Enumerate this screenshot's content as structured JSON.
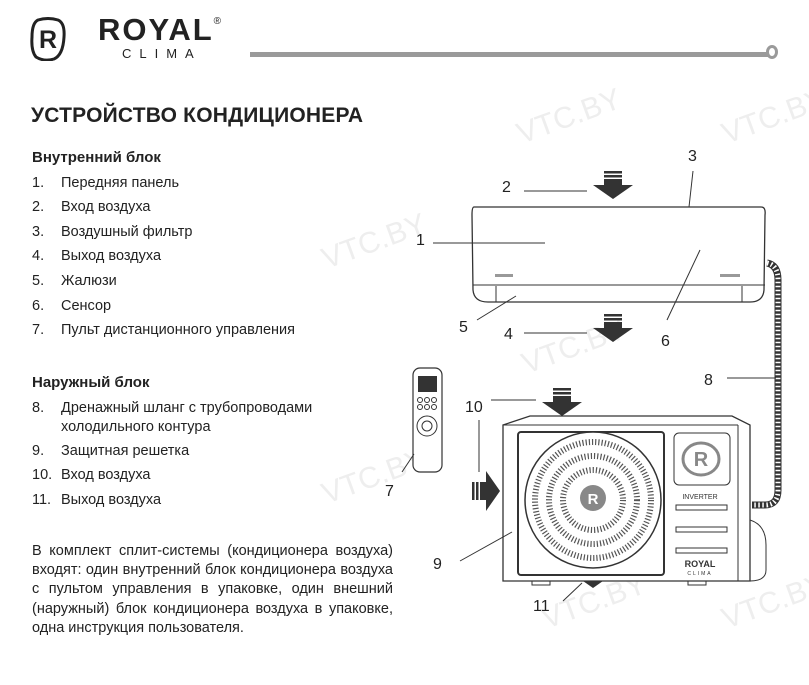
{
  "header": {
    "brand": "ROYAL",
    "brand_mark": "®",
    "sub": "CLIMA"
  },
  "watermark": "VTC.BY",
  "title": "УСТРОЙСТВО КОНДИЦИОНЕРА",
  "indoor": {
    "heading": "Внутренний блок",
    "items": [
      {
        "n": "1.",
        "t": "Передняя панель"
      },
      {
        "n": "2.",
        "t": "Вход воздуха"
      },
      {
        "n": "3.",
        "t": "Воздушный фильтр"
      },
      {
        "n": "4.",
        "t": "Выход воздуха"
      },
      {
        "n": "5.",
        "t": "Жалюзи"
      },
      {
        "n": "6.",
        "t": "Сенсор"
      },
      {
        "n": "7.",
        "t": "Пульт дистанционного управления"
      }
    ]
  },
  "outdoor": {
    "heading": "Наружный блок",
    "items": [
      {
        "n": "8.",
        "t": "Дренажный шланг с трубопроводами",
        "t2": "холодильного контура"
      },
      {
        "n": "9.",
        "t": "Защитная решетка"
      },
      {
        "n": "10.",
        "t": "Вход воздуха"
      },
      {
        "n": "11.",
        "t": "Выход воздуха"
      }
    ]
  },
  "paragraph": "В комплект сплит-системы (кондиционера воздуха) входят: один внутренний блок кондиционера воздуха с пультом управления в упаковке, один внешний (наружный) блок кондиционера воздуха в упаковке, одна инструкция пользователя.",
  "diagram": {
    "labels": [
      "1",
      "2",
      "3",
      "4",
      "5",
      "6",
      "7",
      "8",
      "9",
      "10",
      "11"
    ],
    "inverter": "INVERTER",
    "unit_brand": "ROYAL",
    "unit_sub": "CLIMA"
  }
}
